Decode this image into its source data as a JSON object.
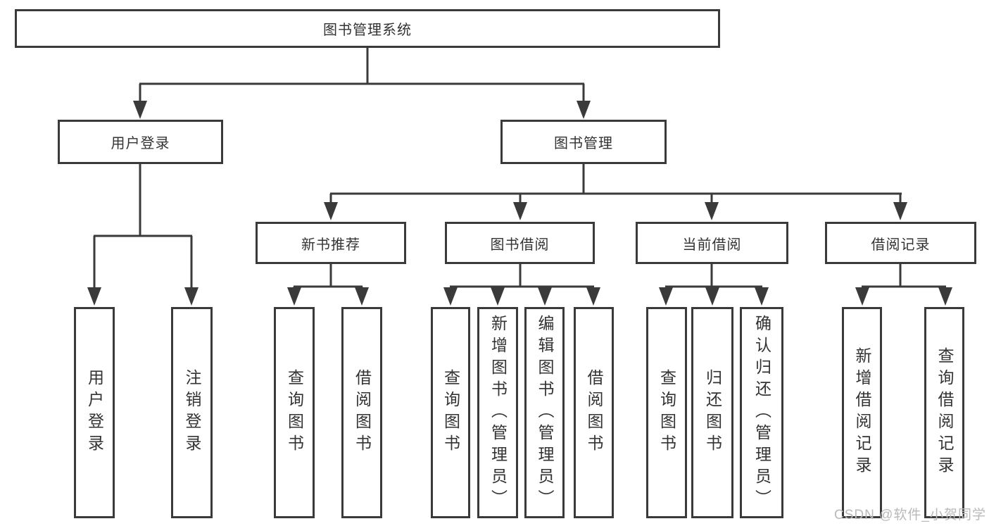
{
  "tree": {
    "root": {
      "label": "图书管理系统"
    },
    "level2": [
      {
        "label": "用户登录"
      },
      {
        "label": "图书管理"
      }
    ],
    "level3": [
      {
        "label": "新书推荐"
      },
      {
        "label": "图书借阅"
      },
      {
        "label": "当前借阅"
      },
      {
        "label": "借阅记录"
      }
    ],
    "leaves": [
      {
        "label": "用户登录"
      },
      {
        "label": "注销登录"
      },
      {
        "label": "查询图书"
      },
      {
        "label": "借阅图书"
      },
      {
        "label": "查询图书"
      },
      {
        "label": "新增图书（管理员）"
      },
      {
        "label": "编辑图书（管理员）"
      },
      {
        "label": "借阅图书"
      },
      {
        "label": "查询图书"
      },
      {
        "label": "归还图书"
      },
      {
        "label": "确认归还（管理员）"
      },
      {
        "label": "新增借阅记录"
      },
      {
        "label": "查询借阅记录"
      }
    ]
  },
  "watermark": {
    "text": "CSDN @软件_小贺同学"
  },
  "colors": {
    "line": "#3a3a3a",
    "text": "#333333",
    "background": "#ffffff",
    "watermark": "#b9b9b9"
  }
}
